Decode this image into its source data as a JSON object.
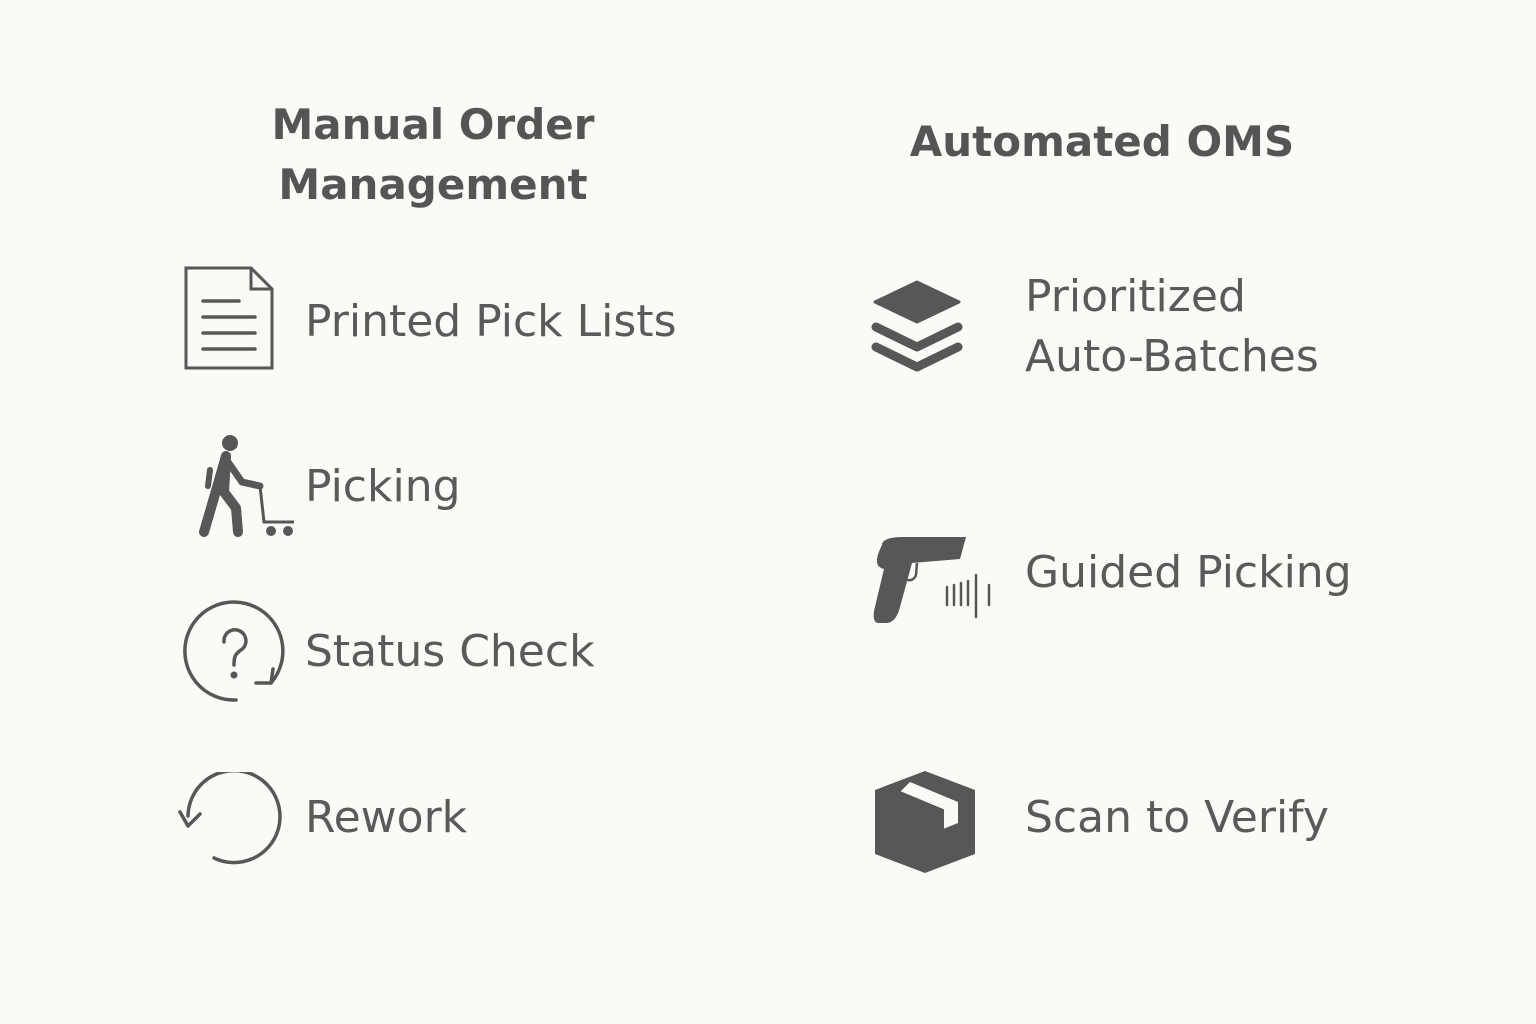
{
  "left_column": {
    "title_line1": "Manual Order",
    "title_line2": "Management",
    "items": [
      {
        "label": "Printed Pick Lists",
        "icon": "document-icon"
      },
      {
        "label": "Picking",
        "icon": "person-pushing-cart-icon"
      },
      {
        "label": "Status Check",
        "icon": "question-refresh-icon"
      },
      {
        "label": "Rework",
        "icon": "counterclockwise-arrow-icon"
      }
    ]
  },
  "right_column": {
    "title": "Automated OMS",
    "items": [
      {
        "label_line1": "Prioritized",
        "label_line2": "Auto-Batches",
        "icon": "layers-icon"
      },
      {
        "label": "Guided Picking",
        "icon": "barcode-scanner-icon"
      },
      {
        "label": "Scan to Verify",
        "icon": "package-box-icon"
      }
    ]
  },
  "colors": {
    "background": "#fcfaf7",
    "foreground": "#575757"
  }
}
